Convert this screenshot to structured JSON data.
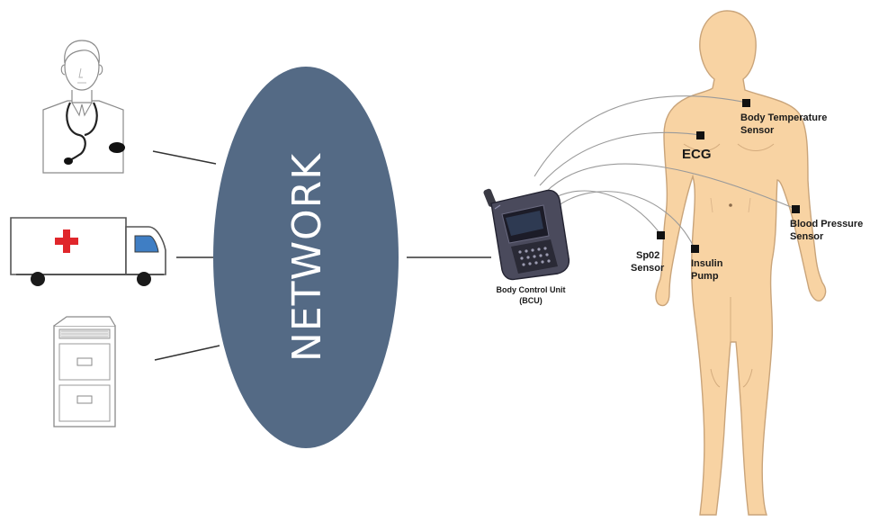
{
  "network": {
    "label": "NETWORK"
  },
  "bcu": {
    "title": "Body Control Unit",
    "abbr": "(BCU)"
  },
  "sensors": {
    "body_temperature": {
      "line1": "Body Temperature",
      "line2": "Sensor"
    },
    "ecg": {
      "label": "ECG"
    },
    "blood_pressure": {
      "line1": "Blood Pressure",
      "line2": "Sensor"
    },
    "spo2": {
      "line1": "Sp02",
      "line2": "Sensor"
    },
    "insulin_pump": {
      "line1": "Insulin",
      "line2": "Pump"
    }
  },
  "icons": {
    "doctor": "doctor-icon",
    "ambulance": "ambulance-icon",
    "filing_cabinet": "filing-cabinet-icon",
    "phone": "smartphone-icon",
    "body": "human-body"
  },
  "colors": {
    "network_fill": "#546a85",
    "skin": "#f8d3a3",
    "skin_stroke": "#c9a47a",
    "cross": "#e0262b",
    "wire": "#9a9a9a",
    "connector": "#333333"
  }
}
